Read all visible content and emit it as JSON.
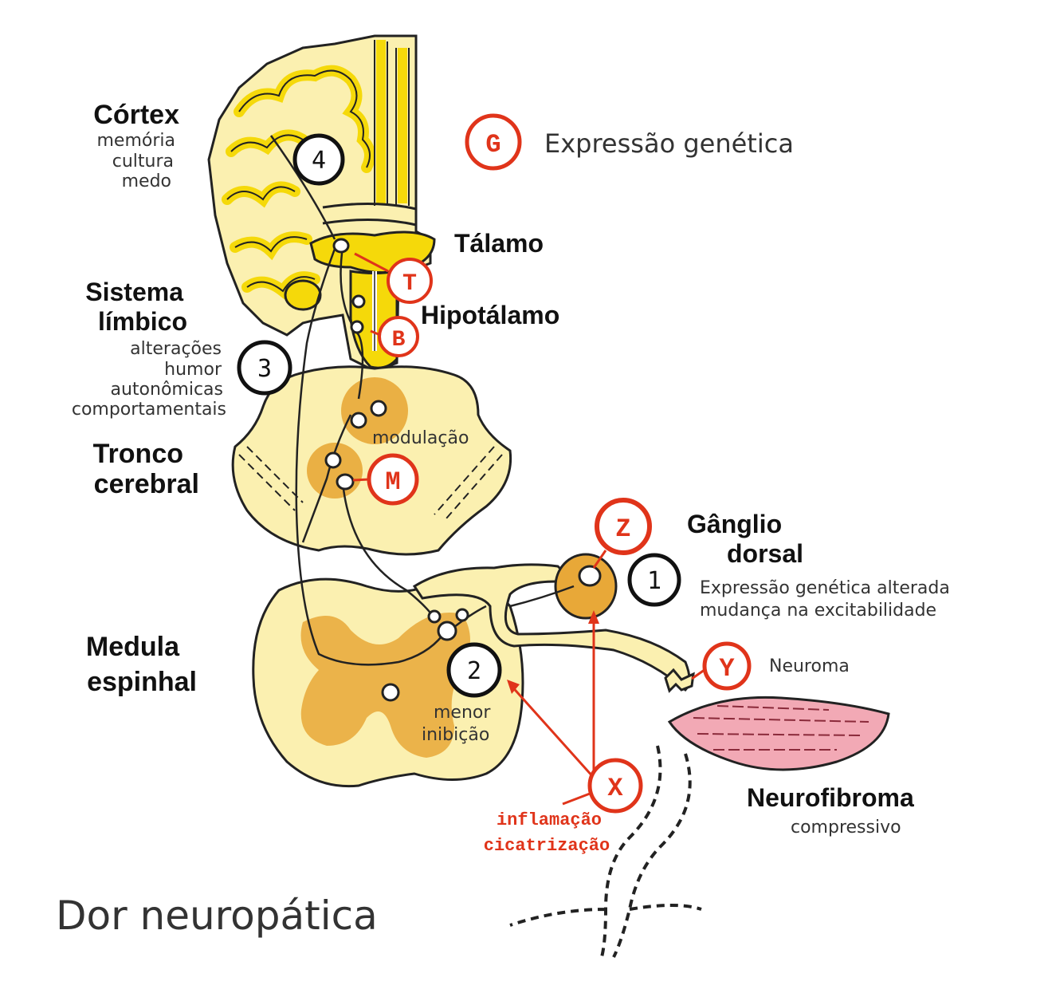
{
  "labels": {
    "cortex": {
      "title": "Córtex",
      "lines": [
        "memória",
        "cultura",
        "medo"
      ]
    },
    "talamo": "Tálamo",
    "hipotalamo": "Hipotálamo",
    "limbico": {
      "title1": "Sistema",
      "title2": "límbico",
      "lines": [
        "alterações",
        "humor",
        "autonômicas",
        "comportamentais"
      ]
    },
    "tronco": {
      "title1": "Tronco",
      "title2": "cerebral",
      "modulacao": "modulação"
    },
    "ganglio": {
      "title1": "Gânglio",
      "title2": "dorsal",
      "lines": [
        "Expressão genética alterada",
        "mudança na excitabilidade"
      ]
    },
    "medula": {
      "title1": "Medula",
      "title2": "espinhal",
      "lines": [
        "menor",
        "inibição"
      ]
    },
    "neuroma": "Neuroma",
    "neurofibroma": {
      "title": "Neurofibroma",
      "sub": "compressivo"
    },
    "inflamacao": [
      "inflamação",
      "cicatrização"
    ],
    "legend": "Expressão genética",
    "caption": "Dor neuropática"
  },
  "markers": {
    "g": "G",
    "t": "T",
    "b": "B",
    "m": "M",
    "z": "Z",
    "y": "Y",
    "x": "X"
  },
  "numbers": {
    "n1": "1",
    "n2": "2",
    "n3": "3",
    "n4": "4"
  },
  "colors": {
    "yellow": "#f5d90a",
    "pale": "#fbf0b0",
    "orange": "#e8a838",
    "red": "#e0341a",
    "pink": "#f2a9b5"
  }
}
